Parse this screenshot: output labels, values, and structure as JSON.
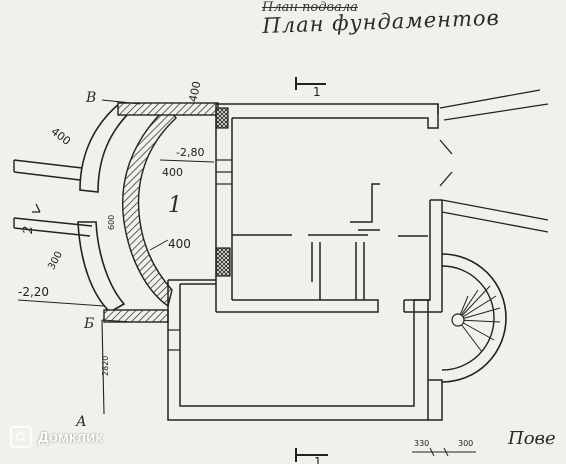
{
  "title": {
    "struck": "План подвала",
    "main": "План фундаментов"
  },
  "section_marks": {
    "top": "1",
    "bottom": "1"
  },
  "axes": {
    "a": "А",
    "b": "Б",
    "v": "В",
    "marker_2": "2"
  },
  "dimensions": {
    "d400_top_right": "400",
    "d400_left": "400",
    "d280": "-2,80",
    "d400_mid": "400",
    "d600": "600",
    "d400_low": "400",
    "d300": "300",
    "d220": "-2,20",
    "d2820": "2820",
    "d330": "330",
    "d300b": "300"
  },
  "room_label": "1",
  "corner_note": "Пове",
  "watermark": "Домклик",
  "colors": {
    "ink": "#222222",
    "paper": "#f1f0ec",
    "hatch": "#3a3a3a"
  }
}
